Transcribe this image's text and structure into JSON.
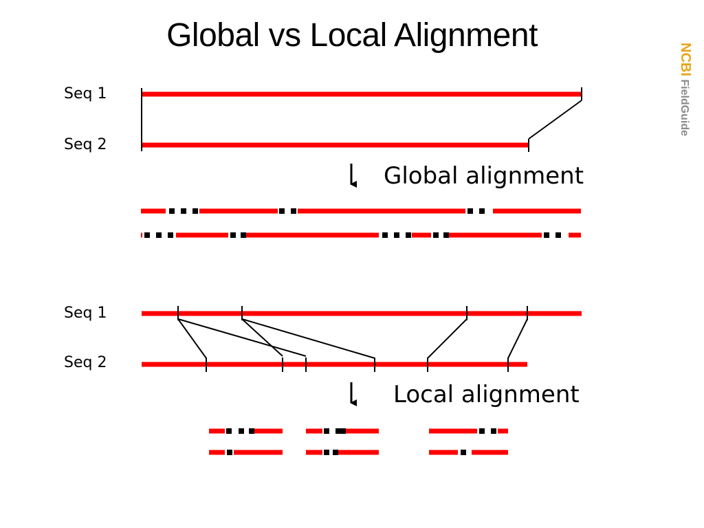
{
  "title": "Global vs Local Alignment",
  "logo": {
    "brand": "NCBI",
    "product": "FieldGuide",
    "brand_color": "#e8a317",
    "product_color": "#8a8a8a"
  },
  "colors": {
    "sequence": "#ff0000",
    "gap": "#000000",
    "connector": "#000000"
  },
  "global_section": {
    "seq1_label": "Seq 1",
    "seq2_label": "Seq 2",
    "result_label": "Global alignment"
  },
  "local_section": {
    "seq1_label": "Seq 1",
    "seq2_label": "Seq 2",
    "result_label": "Local alignment"
  }
}
